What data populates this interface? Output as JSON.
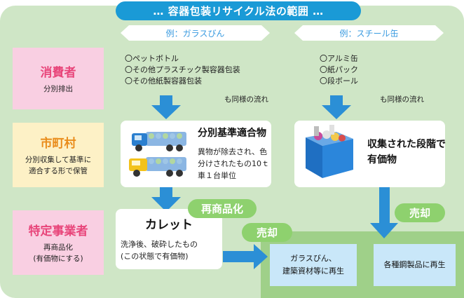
{
  "title": "… 容器包装リサイクル法の範囲 …",
  "examples": {
    "glass": "例：ガラスびん",
    "steel": "例：スチール缶"
  },
  "roles": {
    "consumer": {
      "title": "消費者",
      "desc": "分別排出",
      "color": "#e8457a"
    },
    "municipality": {
      "title": "市町村",
      "desc_line1": "分別収集して基準に",
      "desc_line2": "適合する形で保管",
      "color": "#e98c1b"
    },
    "business": {
      "title": "特定事業者",
      "desc_line1": "再商品化",
      "desc_line2": "(有価物にする)",
      "color": "#e8457a"
    }
  },
  "glass_column": {
    "items": [
      "〇ペットボトル",
      "〇その他プラスチック製容器包装",
      "〇その他紙製容器包装"
    ],
    "same_flow": "も同様の流れ",
    "mid_title": "分別基準適合物",
    "mid_desc": [
      "異物が除去され、色",
      "分けされたもの10ｔ",
      "車１台単位"
    ],
    "cullet_title": "カレット",
    "cullet_desc": [
      "洗浄後、破砕したもの",
      "(この状態で有価物)"
    ],
    "recycle_label": "再商品化",
    "sale_label": "売却",
    "final": [
      "ガラスびん、",
      "建築資材等に再生"
    ]
  },
  "steel_column": {
    "items": [
      "〇アルミ缶",
      "〇紙パック",
      "〇段ボール"
    ],
    "same_flow": "も同様の流れ",
    "mid_title": [
      "収集された段階で",
      "有価物"
    ],
    "sale_label": "売却",
    "final": "各種鋼製品に再生"
  },
  "colors": {
    "panel_bg": "#cfe6c6",
    "footer_bg": "#9fd089",
    "title_bg": "#1a9ad6",
    "arrow": "#2b8fd6",
    "pill_green": "#8ed16e",
    "final_box": "#c9e7f9",
    "consumer_box": "#f9cfe2",
    "municipality_box": "#fdf1c6",
    "business_box": "#f9cfe2"
  }
}
